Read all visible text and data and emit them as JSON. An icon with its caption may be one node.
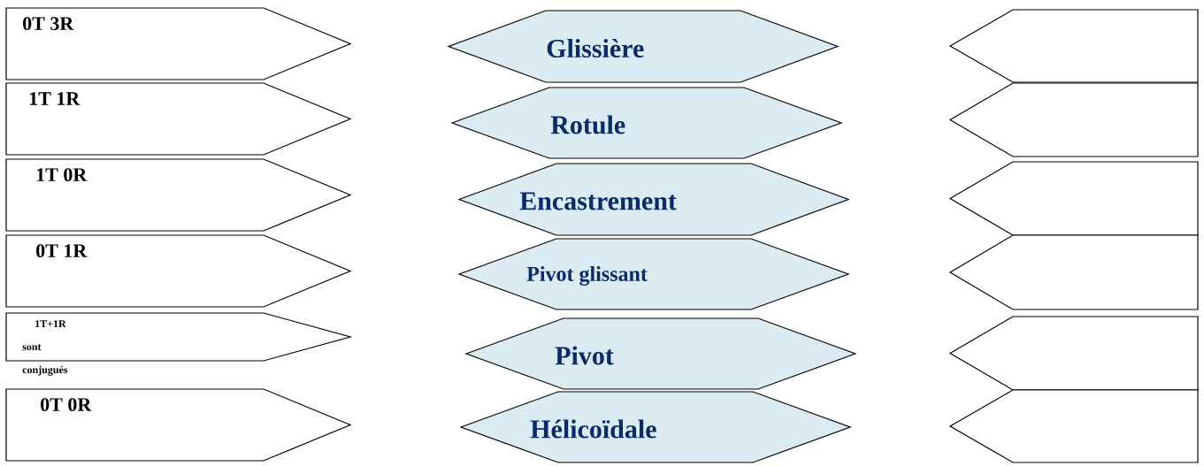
{
  "diagram": {
    "nodes": [
      {
        "text": [
          "0T 3R"
        ]
      },
      {
        "text": [
          "1T 1R"
        ]
      },
      {
        "text": [
          "1T 0R"
        ]
      },
      {
        "text": [
          "0T 1R"
        ]
      },
      {
        "text": [
          "1T+1R sont conjugués"
        ]
      },
      {
        "text": [
          "0T 0R"
        ]
      },
      {
        "text": [
          "Glissière"
        ]
      },
      {
        "text": [
          "Rotule"
        ]
      },
      {
        "text": [
          "Encastrement"
        ]
      },
      {
        "text": [
          "Pivot glissant"
        ]
      },
      {
        "text": [
          "Pivot"
        ]
      },
      {
        "text": [
          "Hélicoïdale"
        ]
      },
      {
        "text": [],
        "shape": "arrow"
      },
      {
        "text": [],
        "shape": "arrow"
      },
      {
        "text": [],
        "shape": "arrow"
      },
      {
        "text": [],
        "shape": "arrow"
      },
      {
        "text": [],
        "shape": "arrow"
      },
      {
        "text": [],
        "shape": "arrow"
      }
    ]
  }
}
